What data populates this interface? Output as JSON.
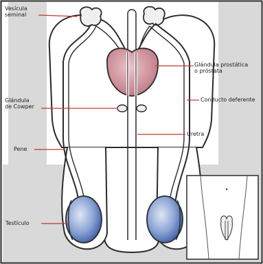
{
  "labels": {
    "vesicula": [
      "Vesícula",
      "seminal"
    ],
    "prostata": [
      "Glándula prostática",
      "o próstata"
    ],
    "cowper": [
      "Glándula",
      "de Cowper"
    ],
    "conducto": "Conducto deferente",
    "uretra": "Uretra",
    "pene": "Pene",
    "testiculo": "Testículo"
  },
  "colors": {
    "outline": "#2a2a2a",
    "background_gray": "#d9d9d9",
    "prostate": "#c98a93",
    "testis": "#4c6fb3",
    "pointer": "#c0392b"
  }
}
